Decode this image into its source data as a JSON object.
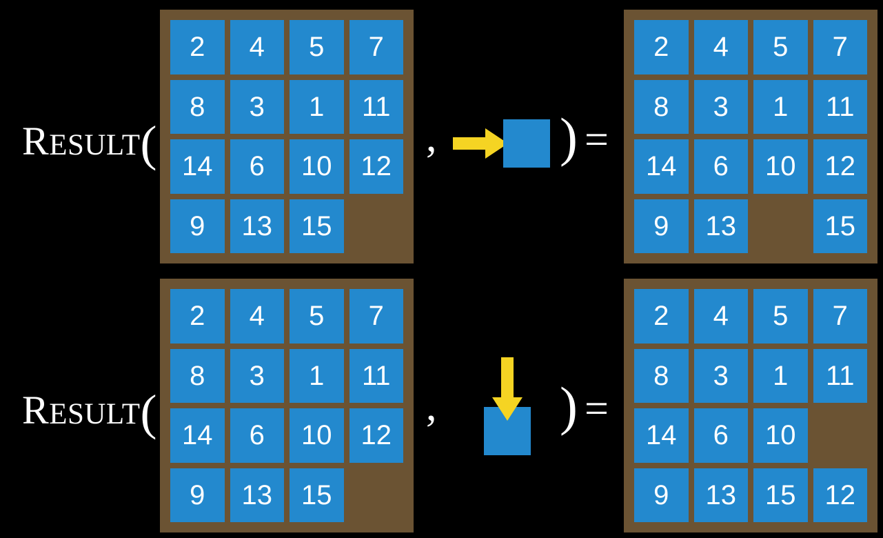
{
  "page": {
    "background_color": "#000000",
    "board_color": "#6b5333",
    "tile_color": "#2389ce",
    "arrow_color": "#f5d423",
    "text_color": "#ffffff"
  },
  "rows": [
    {
      "id": "row-1",
      "label": {
        "initial": "R",
        "rest": "ESULT",
        "paren_open": "("
      },
      "input_board": {
        "name": "input-board-row-1",
        "rows": [
          [
            "2",
            "4",
            "5",
            "7"
          ],
          [
            "8",
            "3",
            "1",
            "11"
          ],
          [
            "14",
            "6",
            "10",
            "12"
          ],
          [
            "9",
            "13",
            "15",
            ""
          ]
        ],
        "empty_cell": {
          "row": 3,
          "col": 3
        }
      },
      "separator": ",",
      "move": {
        "name": "move-right",
        "direction": "right",
        "arrow_icon": "arrow-right-icon",
        "tile_label": ""
      },
      "paren_close": ")",
      "equals": "=",
      "result_board": {
        "name": "result-board-row-1",
        "rows": [
          [
            "2",
            "4",
            "5",
            "7"
          ],
          [
            "8",
            "3",
            "1",
            "11"
          ],
          [
            "14",
            "6",
            "10",
            "12"
          ],
          [
            "9",
            "13",
            "",
            "15"
          ]
        ],
        "empty_cell": {
          "row": 3,
          "col": 2
        }
      }
    },
    {
      "id": "row-2",
      "label": {
        "initial": "R",
        "rest": "ESULT",
        "paren_open": "("
      },
      "input_board": {
        "name": "input-board-row-2",
        "rows": [
          [
            "2",
            "4",
            "5",
            "7"
          ],
          [
            "8",
            "3",
            "1",
            "11"
          ],
          [
            "14",
            "6",
            "10",
            "12"
          ],
          [
            "9",
            "13",
            "15",
            ""
          ]
        ],
        "empty_cell": {
          "row": 3,
          "col": 3
        }
      },
      "separator": ",",
      "move": {
        "name": "move-down",
        "direction": "down",
        "arrow_icon": "arrow-down-icon",
        "tile_label": ""
      },
      "paren_close": ")",
      "equals": "=",
      "result_board": {
        "name": "result-board-row-2",
        "rows": [
          [
            "2",
            "4",
            "5",
            "7"
          ],
          [
            "8",
            "3",
            "1",
            "11"
          ],
          [
            "14",
            "6",
            "10",
            ""
          ],
          [
            "9",
            "13",
            "15",
            "12"
          ]
        ],
        "empty_cell": {
          "row": 2,
          "col": 3
        }
      }
    }
  ]
}
